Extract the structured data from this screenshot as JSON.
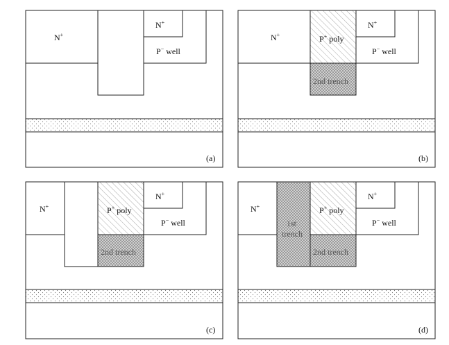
{
  "panels": [
    {
      "caption": "(a)",
      "labels": {
        "n_plus_left": "N",
        "n_plus_left_sup": "+",
        "n_plus_small": "N",
        "n_plus_small_sup": "+",
        "p_well": "P",
        "p_well_sup": "−",
        "p_well_tail": " well"
      }
    },
    {
      "caption": "(b)",
      "labels": {
        "n_plus_left": "N",
        "n_plus_left_sup": "+",
        "n_plus_small": "N",
        "n_plus_small_sup": "+",
        "p_well": "P",
        "p_well_sup": "−",
        "p_well_tail": " well",
        "p_poly": "P",
        "p_poly_sup": "+",
        "p_poly_tail": " poly",
        "second_trench": "2nd trench"
      }
    },
    {
      "caption": "(c)",
      "labels": {
        "n_plus_left": "N",
        "n_plus_left_sup": "+",
        "n_plus_small": "N",
        "n_plus_small_sup": "+",
        "p_well": "P",
        "p_well_sup": "−",
        "p_well_tail": " well",
        "p_poly": "P",
        "p_poly_sup": "+",
        "p_poly_tail": " poly",
        "second_trench": "2nd trench"
      }
    },
    {
      "caption": "(d)",
      "labels": {
        "n_plus_left": "N",
        "n_plus_left_sup": "+",
        "n_plus_small": "N",
        "n_plus_small_sup": "+",
        "p_well": "P",
        "p_well_sup": "−",
        "p_well_tail": " well",
        "p_poly": "P",
        "p_poly_sup": "+",
        "p_poly_tail": " poly",
        "second_trench": "2nd trench",
        "first_trench_line1": "1st",
        "first_trench_line2": "trench"
      }
    }
  ]
}
